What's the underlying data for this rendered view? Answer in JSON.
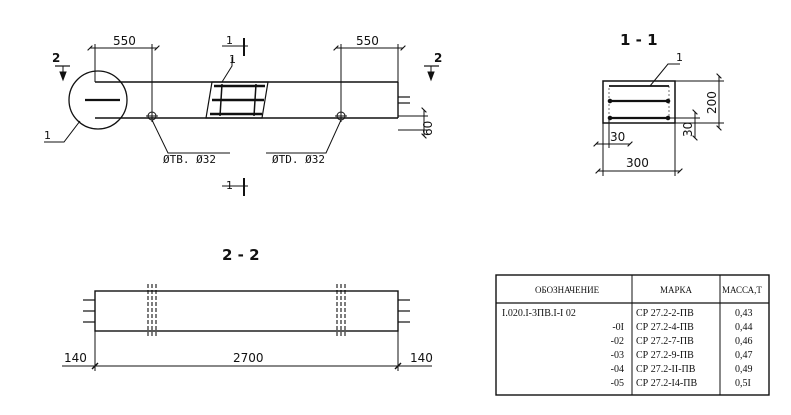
{
  "plan_view": {
    "dim_left": "550",
    "dim_right": "550",
    "section_2_left": "2",
    "section_2_right": "2",
    "section_1_top": "1",
    "section_1_bottom": "1",
    "leader_1": "1",
    "leader_1_end": "1",
    "dim_60": "60",
    "hole_left": "ØТВ. Ø32",
    "hole_right": "ØТD. Ø32"
  },
  "section_1_1": {
    "title": "1 - 1",
    "leader": "1",
    "height": "200",
    "width": "300",
    "cover_left": "30",
    "cover_right": "30"
  },
  "section_2_2": {
    "title": "2 - 2",
    "length": "2700",
    "end_left": "140",
    "end_right": "140"
  },
  "spec_table": {
    "headers": [
      "ОБОЗНАЧЕНИЕ",
      "МАРКА",
      "МАССА,Т"
    ],
    "rows": [
      {
        "designation": "I.020.I-3ПВ.I-I 02",
        "mark": "СР 27.2-2-ПВ",
        "mass": "0,43"
      },
      {
        "designation": "-0I",
        "mark": "СР 27.2-4-ПВ",
        "mass": "0,44"
      },
      {
        "designation": "-02",
        "mark": "СР 27.2-7-ПВ",
        "mass": "0,46"
      },
      {
        "designation": "-03",
        "mark": "СР 27.2-9-ПВ",
        "mass": "0,47"
      },
      {
        "designation": "-04",
        "mark": "СР 27.2-II-ПВ",
        "mass": "0,49"
      },
      {
        "designation": "-05",
        "mark": "СР 27.2-I4-ПВ",
        "mass": "0,5I"
      }
    ]
  }
}
